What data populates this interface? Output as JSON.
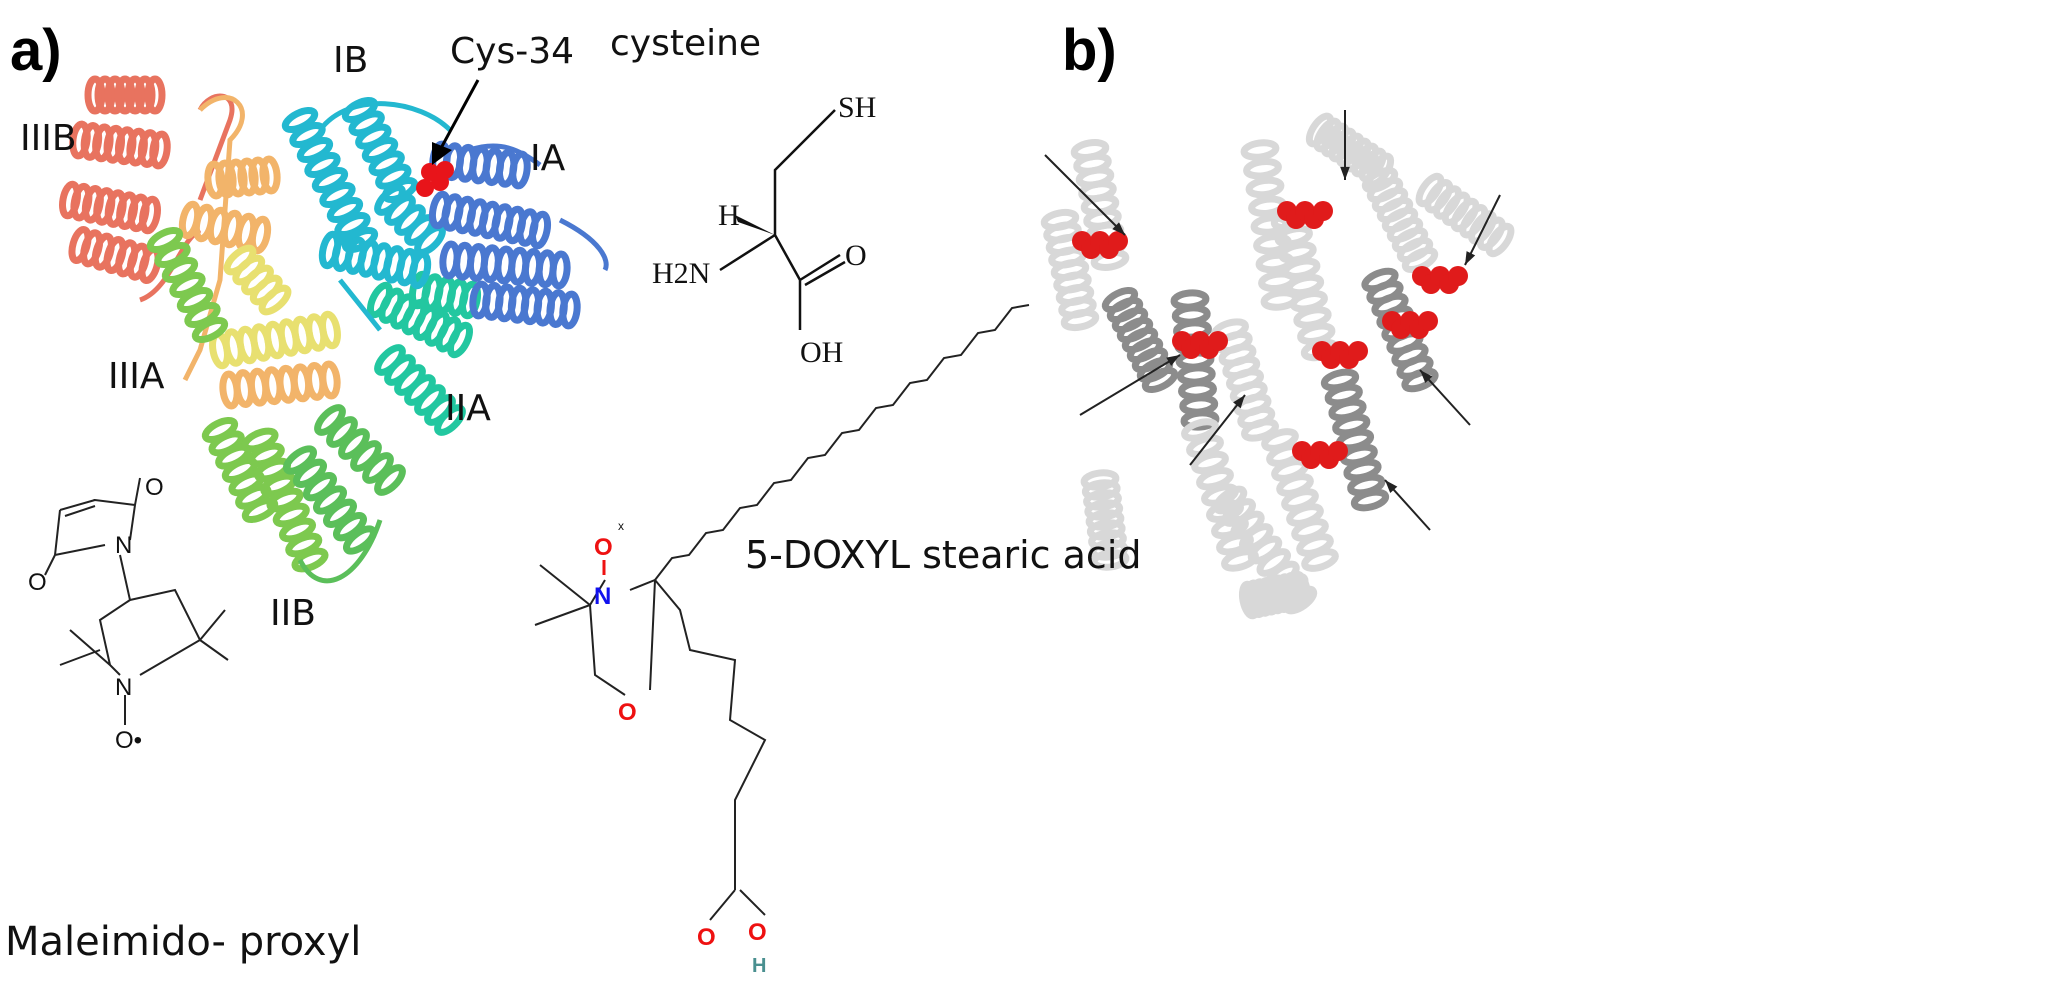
{
  "panel_a": {
    "label": "a)",
    "domains": {
      "IIIB": "IIIB",
      "IB": "IB",
      "IA": "IA",
      "IIIA": "IIIA",
      "IIA": "IIA",
      "IIB": "IIB"
    },
    "residue_label": "Cys-34",
    "cysteine": {
      "title": "cysteine",
      "SH": "SH",
      "H": "H",
      "H2N": "H2N",
      "O": "O",
      "OH": "OH"
    },
    "maleimido": {
      "name": "Maleimido- proxyl",
      "O_top": "O",
      "O_left": "O",
      "N_imide": "N",
      "N_ring": "N",
      "O_radical": "O•"
    },
    "doxyl": {
      "name": "5-DOXYL stearic acid",
      "O_radical": "O",
      "radical_mark": "x",
      "N": "N",
      "O_ring": "O",
      "O_carbonyl": "O",
      "O_hydroxyl": "O",
      "H": "H"
    },
    "colors": {
      "IIIB": "#e8735f",
      "IIIA": "#f2b46a",
      "yellow": "#e8e070",
      "green": "#7dc94f",
      "IIB": "#5bbf5a",
      "IIA": "#22c7a0",
      "IB": "#23b8d0",
      "IA": "#4a78d0",
      "cys": "#e8141a",
      "oxygen": "#ee1111",
      "nitrogen": "#1111ee",
      "hydrogen": "#4a9090"
    }
  },
  "panel_b": {
    "label": "b)",
    "colors": {
      "protein_light": "#d8d8d8",
      "protein_dark": "#8c8c8c",
      "site": "#e01b1b"
    }
  }
}
